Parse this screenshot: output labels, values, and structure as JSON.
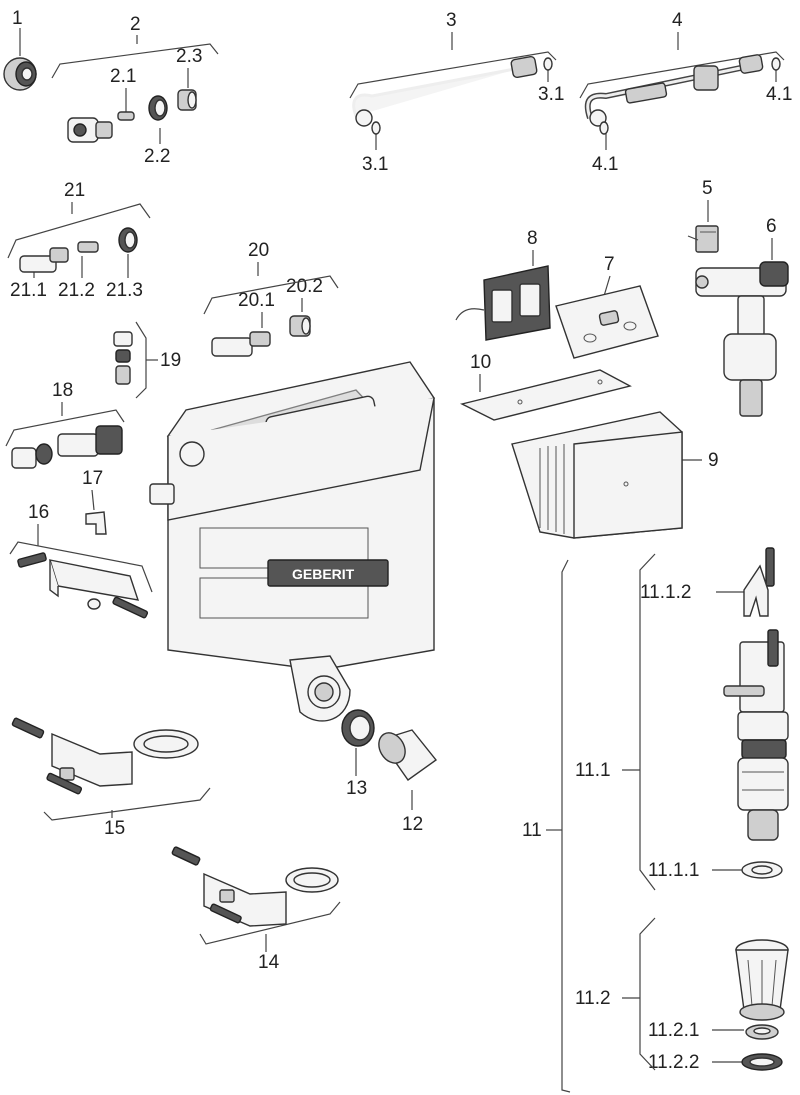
{
  "labels": {
    "p1": "1",
    "p2": "2",
    "p2_1": "2.1",
    "p2_2": "2.2",
    "p2_3": "2.3",
    "p3": "3",
    "p3_1a": "3.1",
    "p3_1b": "3.1",
    "p4": "4",
    "p4_1a": "4.1",
    "p4_1b": "4.1",
    "p5": "5",
    "p6": "6",
    "p7": "7",
    "p8": "8",
    "p9": "9",
    "p10": "10",
    "p11": "11",
    "p11_1": "11.1",
    "p11_1_1": "11.1.1",
    "p11_1_2": "11.1.2",
    "p11_2": "11.2",
    "p11_2_1": "11.2.1",
    "p11_2_2": "11.2.2",
    "p12": "12",
    "p13": "13",
    "p14": "14",
    "p15": "15",
    "p16": "16",
    "p17": "17",
    "p18": "18",
    "p19": "19",
    "p20": "20",
    "p20_1": "20.1",
    "p20_2": "20.2",
    "p21": "21",
    "p21_1": "21.1",
    "p21_2": "21.2",
    "p21_3": "21.3"
  },
  "brand": "GEBERIT"
}
